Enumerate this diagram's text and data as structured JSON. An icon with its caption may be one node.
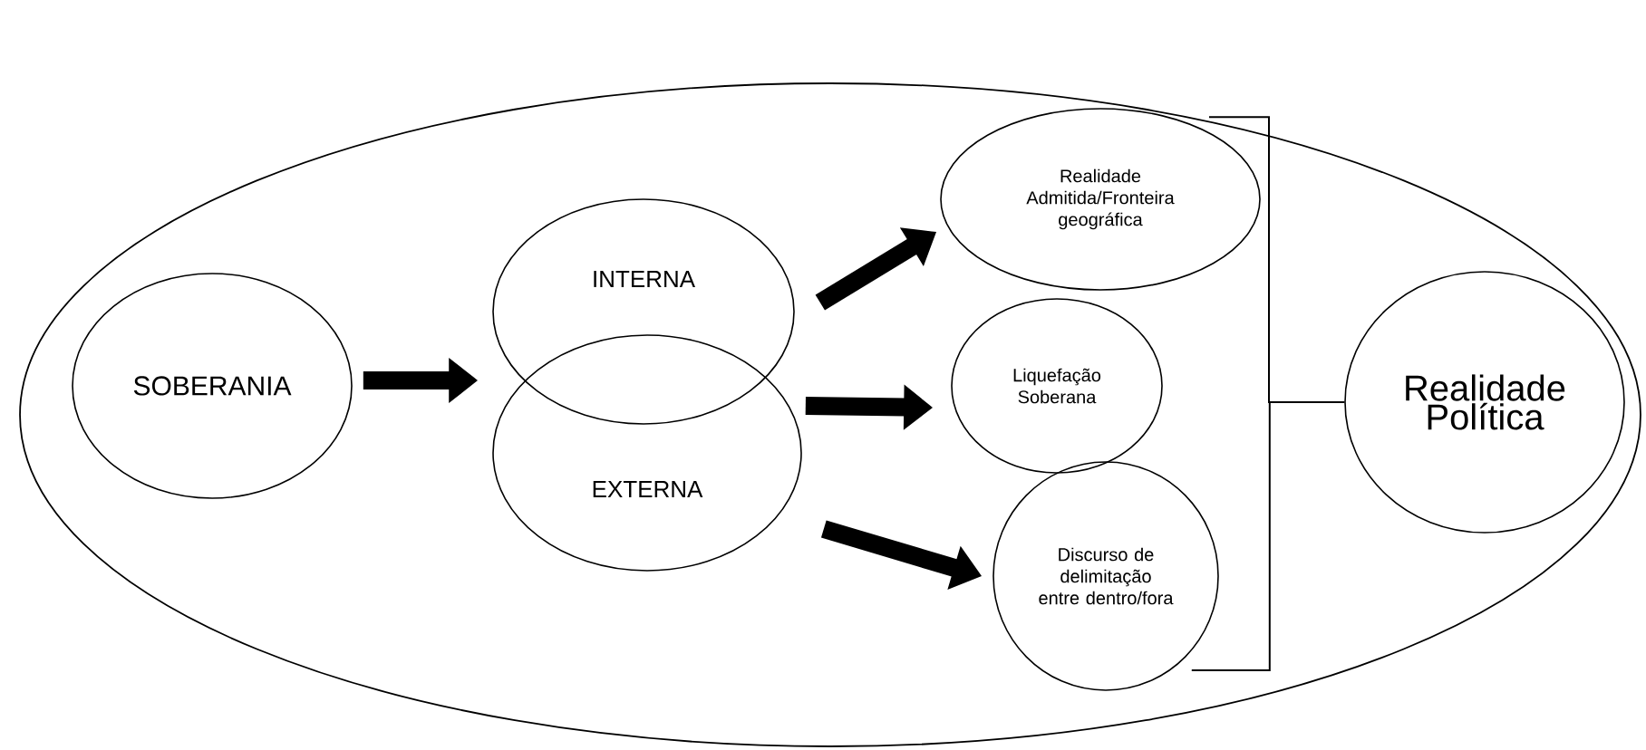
{
  "diagram": {
    "nodes": [
      {
        "text": [],
        "shape": "oval"
      },
      {
        "text": [
          "SOBERANIA"
        ],
        "in": 0
      },
      {
        "text": [
          "INTERNA"
        ],
        "in": 0
      },
      {
        "text": [
          "EXTERNA"
        ],
        "in": 0
      },
      {
        "text": [
          "Realidade Admitida/Fronteira geográfica"
        ],
        "in": 0
      },
      {
        "text": [
          "Liquefação Soberana"
        ],
        "in": 0
      },
      {
        "text": [
          "Discurso de delimitação entre dentro/fora"
        ],
        "in": 0
      },
      {
        "text": [
          "Realidade Política"
        ],
        "in": 0
      }
    ],
    "edges": [
      {
        "from": 1,
        "to": 2,
        "arrow": "to"
      },
      {
        "from": 2,
        "to": 4,
        "arrow": "to"
      },
      {
        "from": 3,
        "to": 5,
        "arrow": "to"
      },
      {
        "from": 3,
        "to": 6,
        "arrow": "to"
      },
      {
        "from": 4,
        "to": 7,
        "arrow": "none"
      },
      {
        "from": 6,
        "to": 7,
        "arrow": "none"
      }
    ]
  }
}
